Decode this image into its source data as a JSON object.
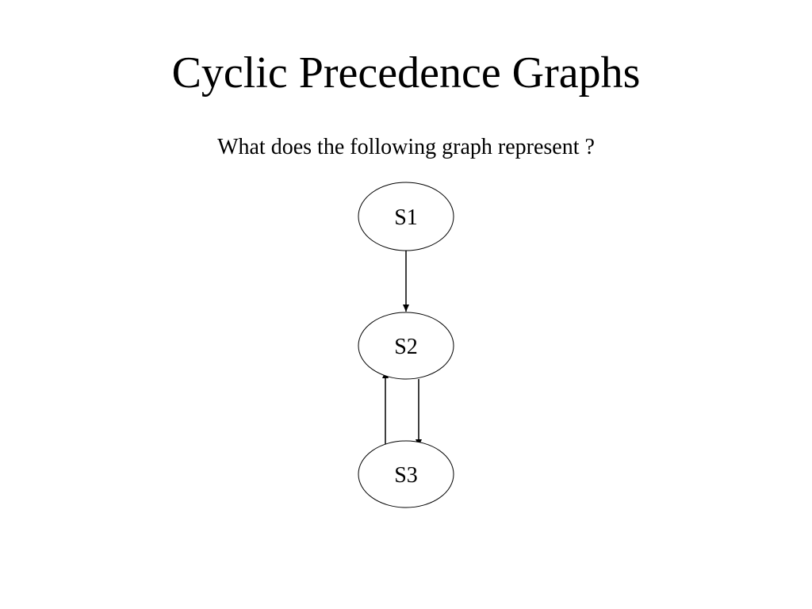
{
  "slide": {
    "title": "Cyclic Precedence Graphs",
    "subtitle": "What does the following graph represent ?"
  },
  "graph": {
    "nodes": [
      {
        "id": "S1",
        "label": "S1"
      },
      {
        "id": "S2",
        "label": "S2"
      },
      {
        "id": "S3",
        "label": "S3"
      }
    ],
    "edges": [
      {
        "from": "S1",
        "to": "S2"
      },
      {
        "from": "S2",
        "to": "S3"
      },
      {
        "from": "S3",
        "to": "S2"
      }
    ]
  },
  "colors": {
    "background": "#ffffff",
    "stroke": "#000000",
    "text": "#000000"
  }
}
